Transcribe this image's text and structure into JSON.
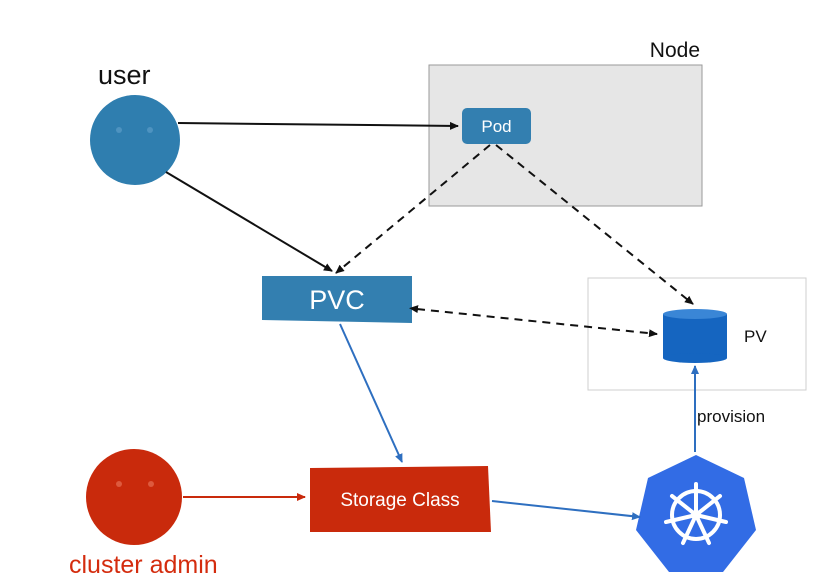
{
  "labels": {
    "user": "user",
    "node": "Node",
    "pod": "Pod",
    "pvc": "PVC",
    "pv": "PV",
    "provision": "provision",
    "storage_class": "Storage Class",
    "cluster_admin": "cluster admin"
  },
  "colors": {
    "user_blue": "#2f7eaf",
    "box_blue": "#337fb0",
    "admin_red": "#c92a0c",
    "admin_text_red": "#d42c0e",
    "k8s_blue": "#326ce5",
    "pv_cylinder": "#1565c0",
    "link_blue": "#2e6fc0",
    "node_fill": "#e6e6e6",
    "node_border": "#9a9a9a",
    "pv_frame": "#d0d0d0",
    "black": "#111111"
  },
  "icons": {
    "kubernetes": "kubernetes-helm-icon",
    "storage": "cylinder-icon",
    "user": "user-face-icon",
    "admin": "admin-face-icon"
  }
}
